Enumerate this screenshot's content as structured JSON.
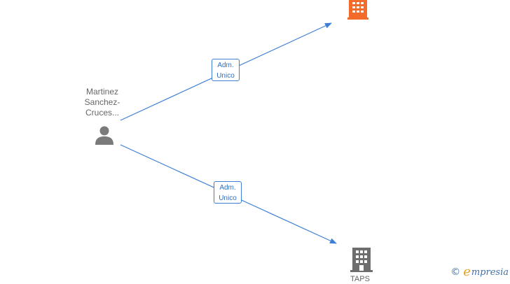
{
  "diagram": {
    "person": {
      "name_lines": [
        "Martinez",
        "Sanchez-",
        "Cruces..."
      ],
      "icon": "person-icon",
      "color": "#7a7a7a"
    },
    "companies": [
      {
        "label": "",
        "icon": "building-icon",
        "color": "#f26b2a",
        "highlighted": true
      },
      {
        "label": "TAPS",
        "icon": "building-icon",
        "color": "#6e6e6e",
        "highlighted": false
      }
    ],
    "relations": [
      {
        "from": "person",
        "to": "company-1",
        "line1": "Adm.",
        "line2": "Unico"
      },
      {
        "from": "person",
        "to": "company-2",
        "line1": "Adm.",
        "line2": "Unico"
      }
    ],
    "edge_color": "#3d7fd6"
  },
  "watermark": {
    "copyright": "©",
    "brand_initial": "e",
    "brand_rest": "mpresia"
  }
}
